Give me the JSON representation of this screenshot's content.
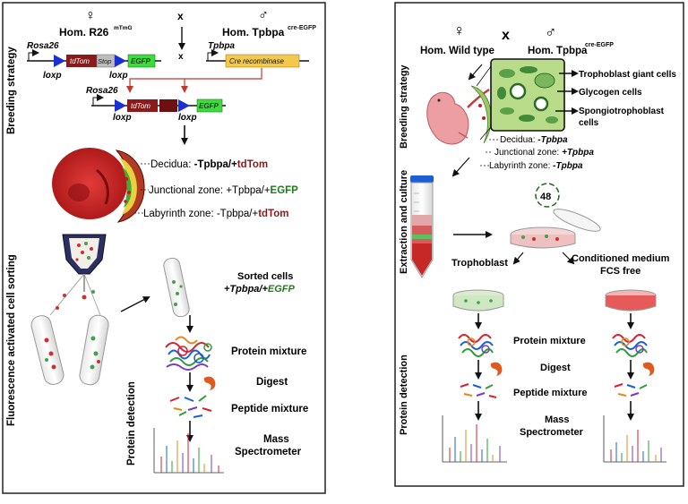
{
  "left_panel": {
    "section_labels": [
      "Breeding strategy",
      "Fluorescence activated cell sorting",
      "Protein detection"
    ],
    "female_symbol": "♀",
    "male_symbol": "♂",
    "cross_symbol": "x",
    "female_parent": "Hom. R26",
    "female_parent_sup": "mTmG",
    "male_parent": "Hom. Tpbpa",
    "male_parent_sup": "cre-EGFP",
    "cross_small": "x",
    "rosa26": "Rosa26",
    "tpbpa": "Tpbpa",
    "loxp": "loxp",
    "tdtom": "tdTom",
    "stop": "Stop",
    "egfp": "EGFP",
    "cre_recombinase": "Cre recombinase",
    "zones": [
      {
        "label": "Decidua: ",
        "marker": "-Tpbpa/+",
        "reporter": "tdTom"
      },
      {
        "label": "Junctional zone: ",
        "marker": "+Tpbpa/+",
        "reporter": "EGFP"
      },
      {
        "label": "Labyrinth zone: ",
        "marker": "-Tpbpa/+",
        "reporter": "tdTom"
      }
    ],
    "sorted_cells_line1": "Sorted cells",
    "sorted_cells_line2": "+Tpbpa/+",
    "sorted_cells_egfp": "EGFP",
    "protein_mixture": "Protein mixture",
    "digest": "Digest",
    "peptide_mixture": "Peptide mixture",
    "mass_line1": "Mass",
    "mass_line2": "Spectrometer"
  },
  "right_panel": {
    "section_labels": [
      "Breeding strategy",
      "Extraction and culture",
      "Protein detection"
    ],
    "female_symbol": "♀",
    "male_symbol": "♂",
    "cross_symbol": "x",
    "wild_type": "Hom. Wild type",
    "male_parent": "Hom. Tpbpa",
    "male_parent_sup": "cre-EGFP",
    "cells": [
      "Trophoblast giant cells",
      "Glycogen cells",
      "Spongiotrophoblast",
      "cells"
    ],
    "zones": [
      {
        "label": "Decidua: ",
        "marker": "-Tpbpa"
      },
      {
        "label": "Junctional zone: ",
        "marker": "+Tpbpa"
      },
      {
        "label": "Labyrinth zone: ",
        "marker": "-Tpbpa"
      }
    ],
    "hours": "48",
    "trophoblast": "Trophoblast",
    "conditioned_medium": "Conditioned medium",
    "fcs_free": "FCS free",
    "protein_mixture": "Protein mixture",
    "digest": "Digest",
    "peptide_mixture": "Peptide mixture",
    "mass_line1": "Mass",
    "mass_line2": "Spectrometer"
  },
  "colors": {
    "td_red": "#8b1a1a",
    "egfp_green": "#1f7a1f",
    "lox_blue": "#1a2fd6",
    "arrow_red": "#c0392b",
    "cre_yellow": "#f2c94c",
    "egfp_box": "#3ddc3d"
  }
}
